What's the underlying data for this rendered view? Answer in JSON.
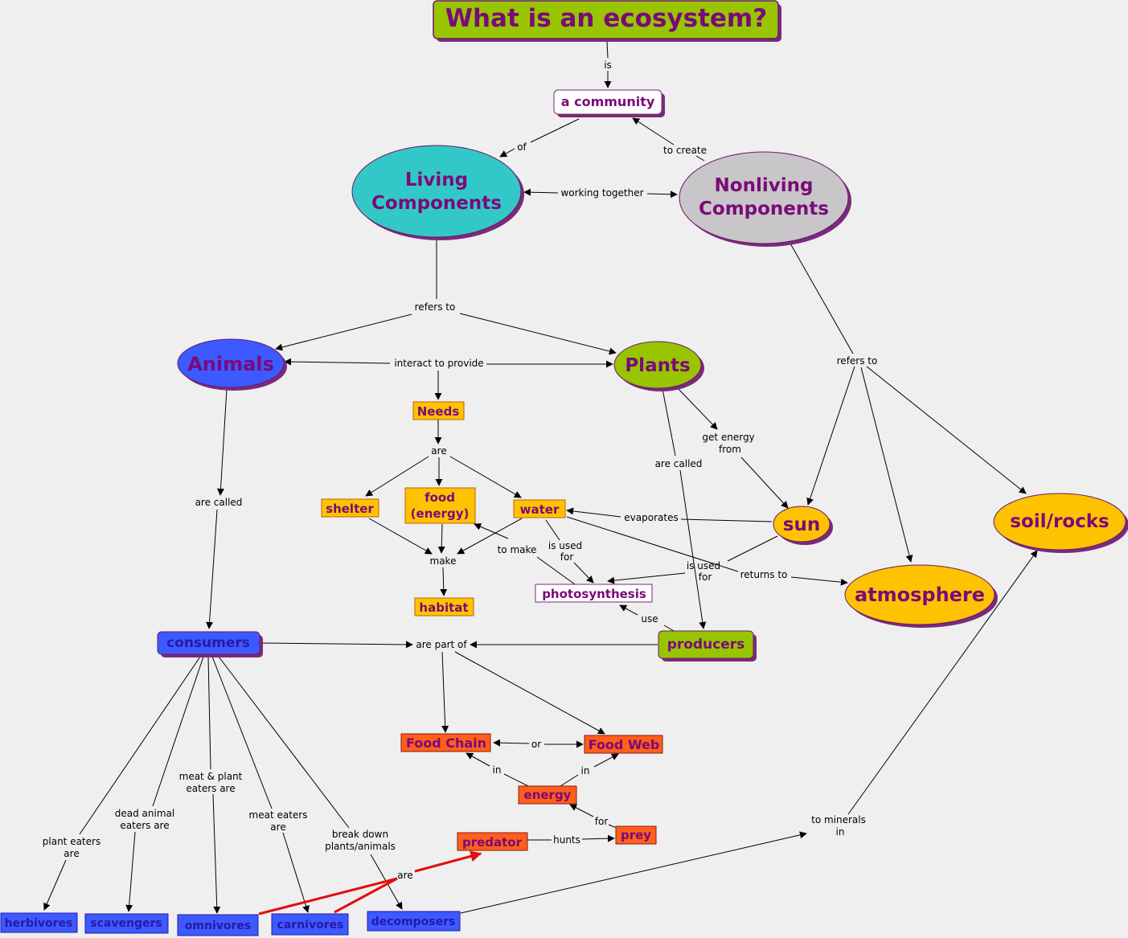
{
  "nodes": {
    "title": "What is an ecosystem?",
    "community": "a community",
    "living": [
      "Living",
      "Components"
    ],
    "nonliving": [
      "Nonliving",
      "Components"
    ],
    "animals": "Animals",
    "plants": "Plants",
    "needs": "Needs",
    "shelter": "shelter",
    "food": [
      "food",
      "(energy)"
    ],
    "water": "water",
    "habitat": "habitat",
    "sun": "sun",
    "soil": "soil/rocks",
    "atmosphere": "atmosphere",
    "photosynthesis": "photosynthesis",
    "consumers": "consumers",
    "producers": "producers",
    "food_chain": "Food Chain",
    "food_web": "Food Web",
    "energy": "energy",
    "predator": "predator",
    "prey": "prey",
    "herbivores": "herbivores",
    "scavengers": "scavengers",
    "omnivores": "omnivores",
    "carnivores": "carnivores",
    "decomposers": "decomposers"
  },
  "links": {
    "is": "is",
    "of": "of",
    "to_create": "to create",
    "working_together": "working together",
    "refers_to_living": "refers to",
    "refers_to_nonliving": "refers to",
    "interact": "interact to provide",
    "are_needs": "are",
    "are_called_animals": "are called",
    "are_called_plants": "are called",
    "get_energy": [
      "get energy",
      "from"
    ],
    "evaporates": "evaporates",
    "make": "make",
    "to_make": "to make",
    "used_for_water": [
      "is used",
      "for"
    ],
    "used_for_sun": [
      "is used",
      "for"
    ],
    "returns_to": "returns to",
    "use": "use",
    "are_part_of": "are part of",
    "or": "or",
    "in_chain": "in",
    "in_web": "in",
    "for": "for",
    "hunts": "hunts",
    "are_red": "are",
    "plant_eaters": [
      "plant eaters",
      "are"
    ],
    "dead_animal": [
      "dead animal",
      "eaters are"
    ],
    "meat_plant": [
      "meat & plant",
      "eaters are"
    ],
    "meat_eaters": [
      "meat eaters",
      "are"
    ],
    "break_down": [
      "break down",
      "plants/animals"
    ],
    "to_minerals": [
      "to minerals",
      "in"
    ]
  },
  "colors": {
    "background": "#efefef",
    "green": "#99c400",
    "teal": "#33c8c8",
    "grey": "#c8c6c8",
    "blue": "#3c5aff",
    "gold": "#ffc200",
    "orange_red": "#ff5f1a",
    "text_purple": "#7a0a7a",
    "text_blue": "#2a17a8",
    "shadow": "#7a2a7a",
    "red_link": "#e01010"
  }
}
